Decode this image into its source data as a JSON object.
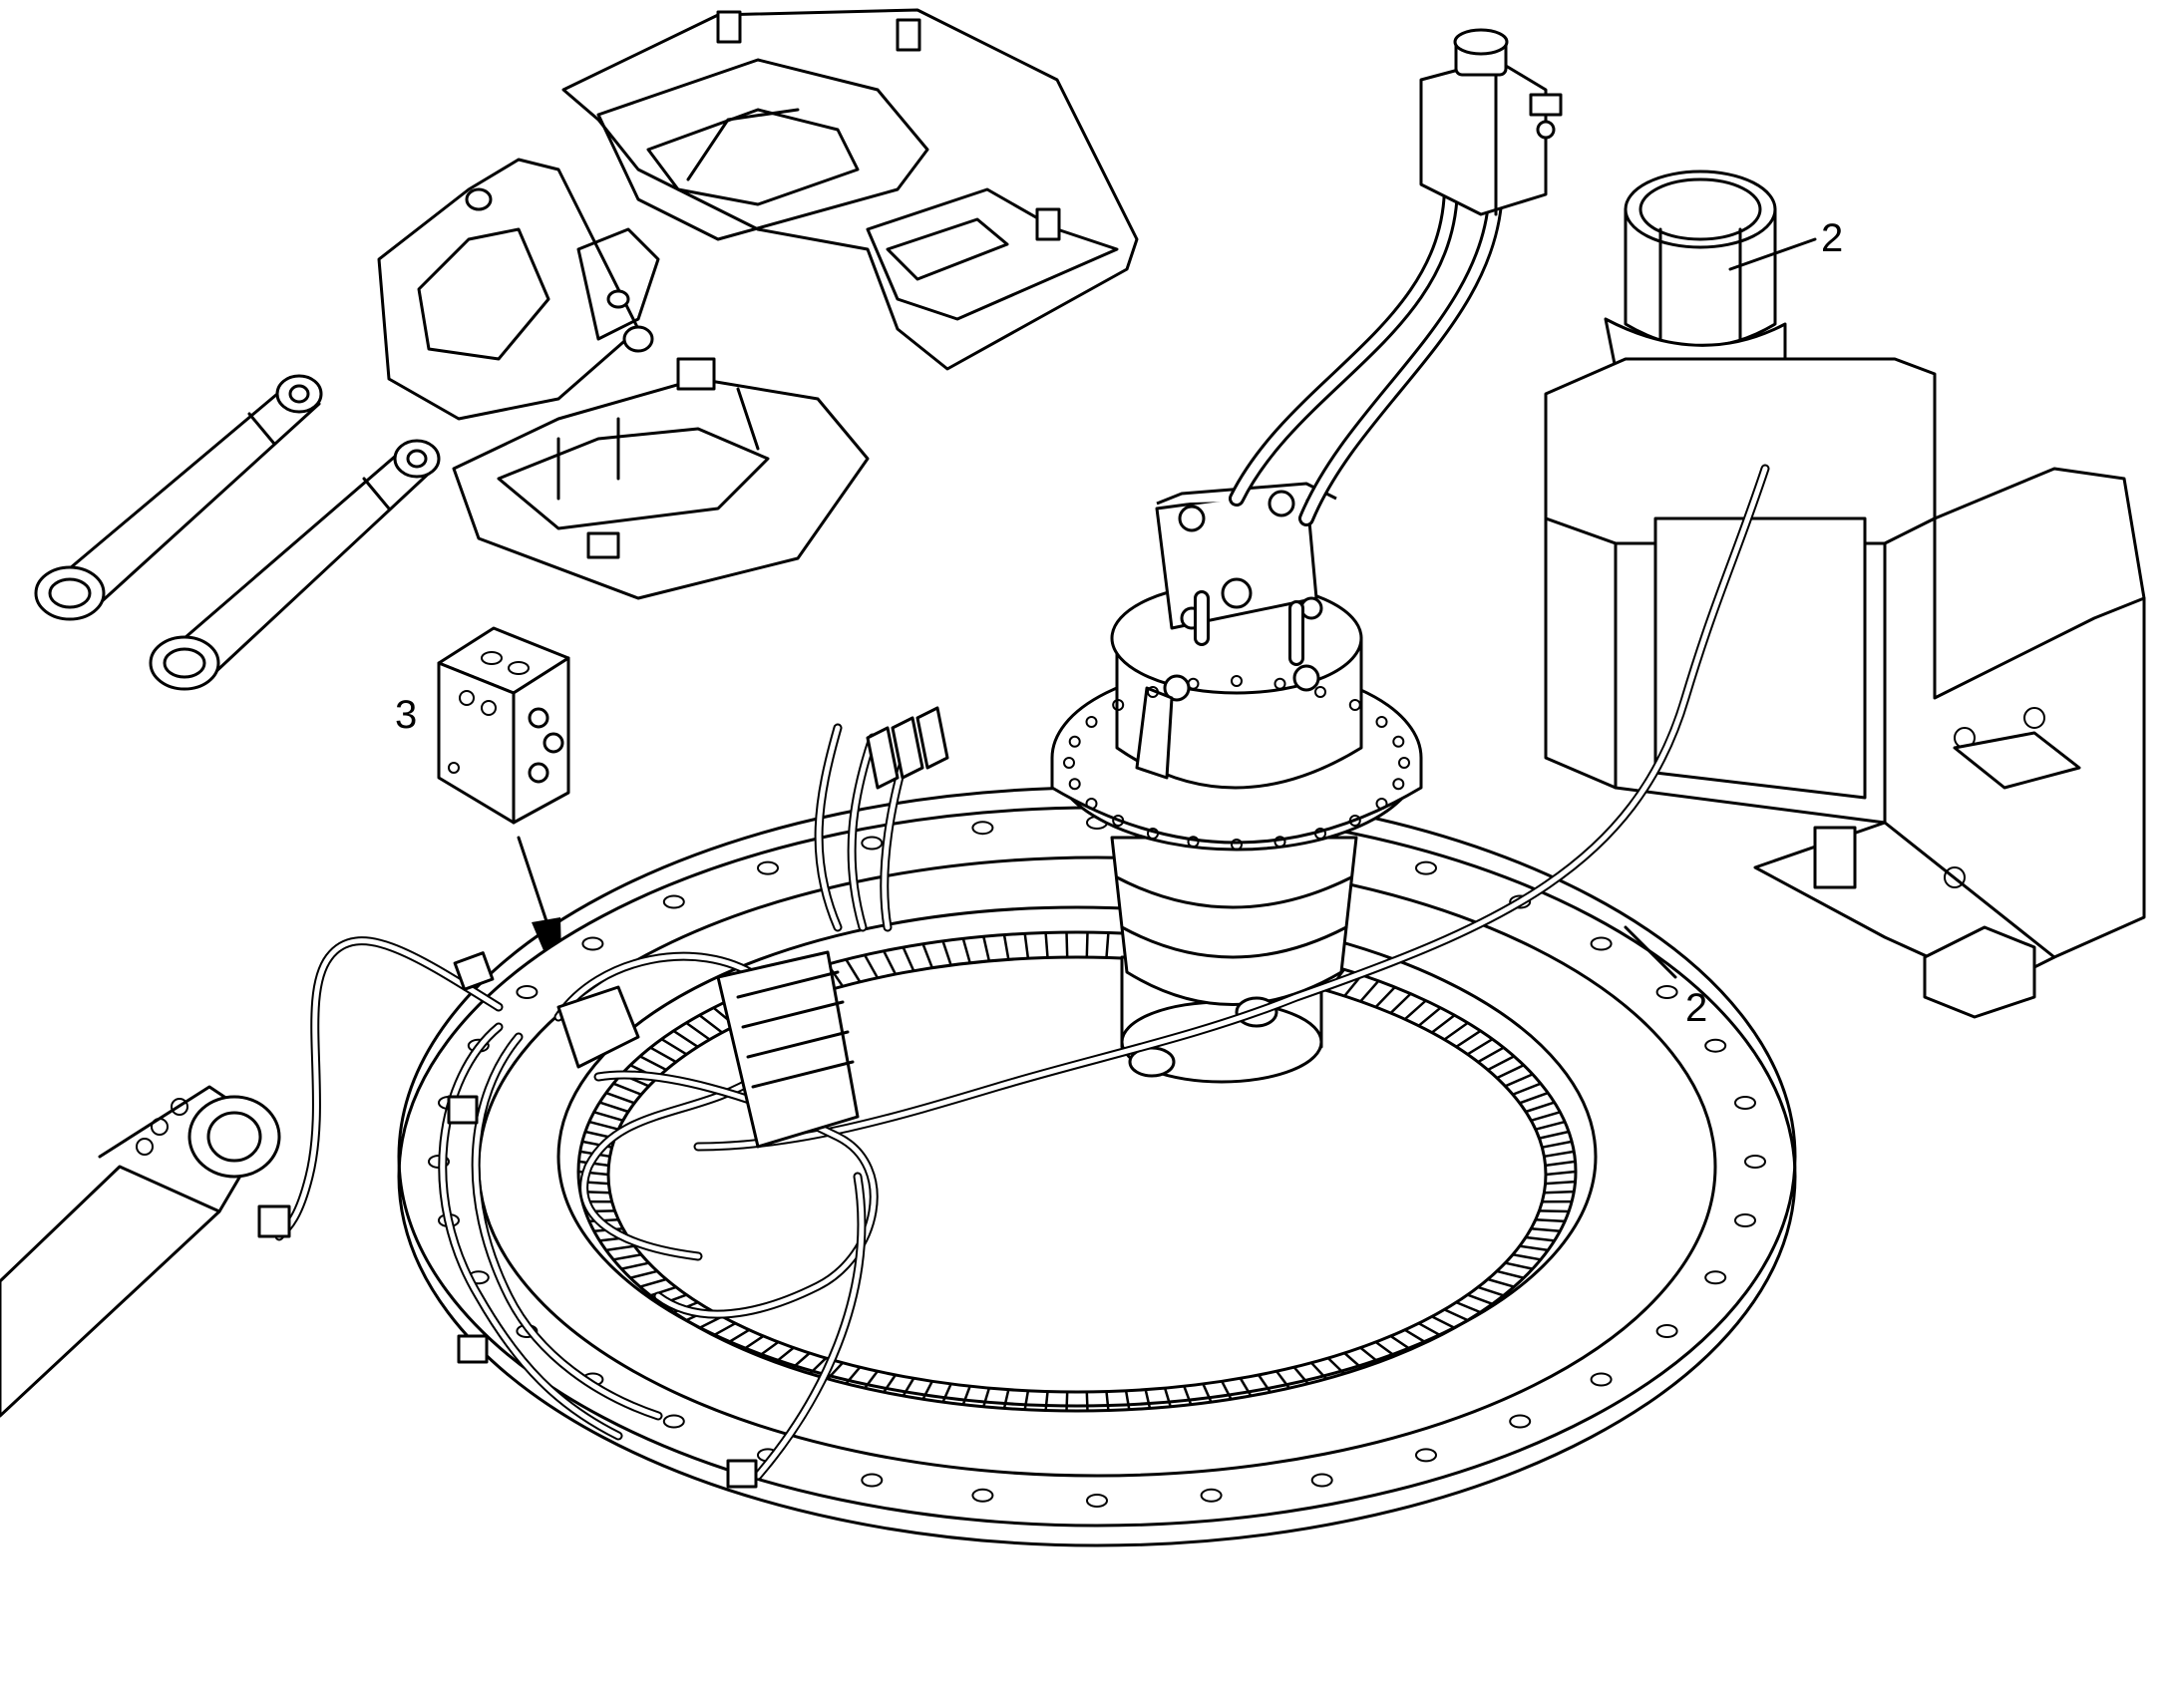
{
  "callouts": {
    "pump": "2",
    "line": "2",
    "block": "3"
  }
}
